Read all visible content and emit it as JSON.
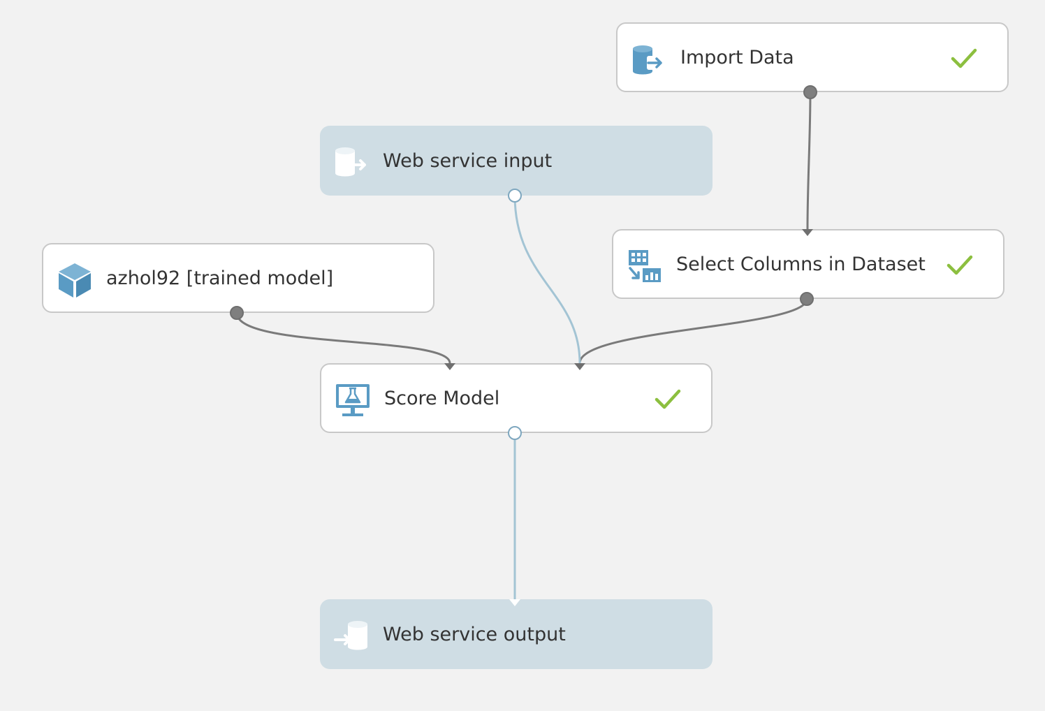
{
  "nodes": {
    "import_data": {
      "label": "Import Data",
      "icon": "database-import-icon",
      "status": "completed"
    },
    "web_service_input": {
      "label": "Web service input",
      "icon": "web-service-input-icon"
    },
    "select_columns": {
      "label": "Select Columns in Dataset",
      "icon": "select-columns-icon",
      "status": "completed"
    },
    "trained_model": {
      "label": "azhol92 [trained model]",
      "icon": "cube-icon"
    },
    "score_model": {
      "label": "Score Model",
      "icon": "score-model-icon",
      "status": "completed"
    },
    "web_service_output": {
      "label": "Web service output",
      "icon": "web-service-output-icon"
    }
  },
  "connections": [
    {
      "from": "import_data",
      "to": "select_columns",
      "kind": "data"
    },
    {
      "from": "trained_model",
      "to": "score_model",
      "kind": "data"
    },
    {
      "from": "web_service_input",
      "to": "score_model",
      "kind": "web-service"
    },
    {
      "from": "select_columns",
      "to": "score_model",
      "kind": "data"
    },
    {
      "from": "score_model",
      "to": "web_service_output",
      "kind": "web-service"
    }
  ],
  "colors": {
    "canvas_bg": "#f2f2f2",
    "module_bg": "#ffffff",
    "module_border": "#c8c8c8",
    "web_service_bg": "#cfdde4",
    "data_edge": "#7a7a7a",
    "web_service_edge": "#a3c4d4",
    "check": "#8cbf3f",
    "icon_blue": "#5a9bc4"
  }
}
